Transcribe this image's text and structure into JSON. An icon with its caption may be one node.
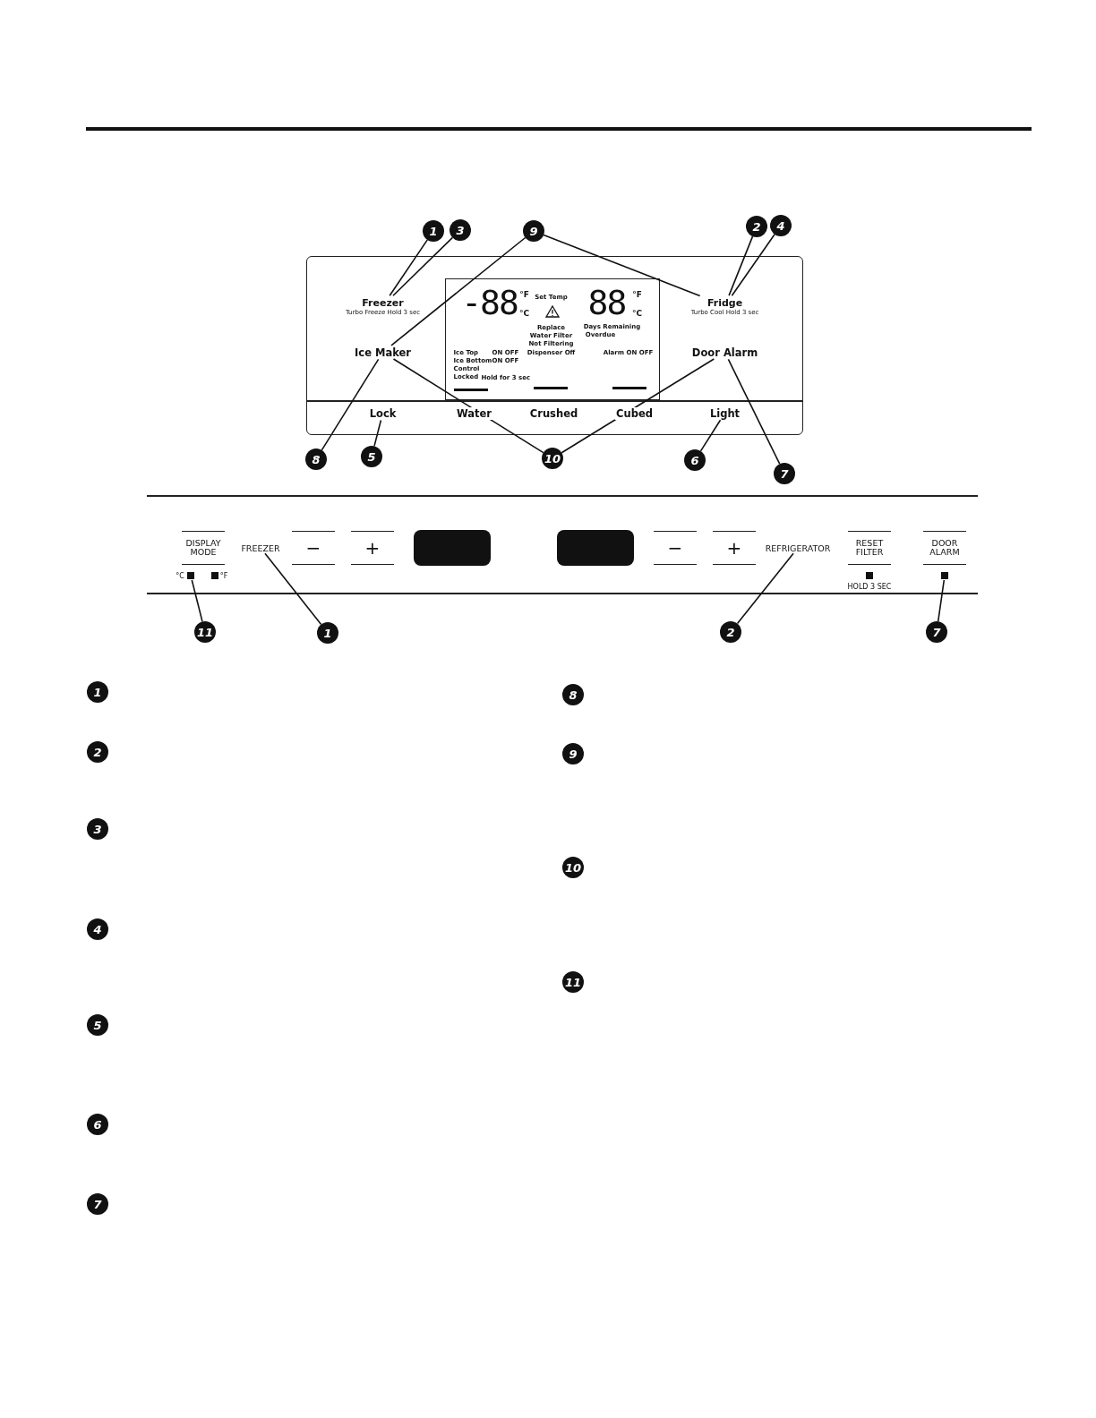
{
  "diagram": {
    "nodes": [
      {
        "text": [],
        "shape": "box"
      },
      {
        "text": [
          "1"
        ]
      },
      {
        "text": [
          "3"
        ]
      },
      {
        "text": [
          "9"
        ]
      },
      {
        "text": [
          "2"
        ]
      },
      {
        "text": [
          "4"
        ]
      },
      {
        "text": [
          "Freezer",
          "Turbo Freeze Hold 3 sec"
        ],
        "in": 0
      },
      {
        "text": [
          "-88",
          "°F",
          "°C",
          "Set Temp",
          "88",
          "°F",
          "°C",
          "Replace Water Filter",
          "Days Remaining",
          "Overdue",
          "Not Filtering",
          "Ice Top",
          "ON OFF",
          "Dispenser Off",
          "Alarm ON OFF",
          "Ice Bottom",
          "ON OFF",
          "Control Locked",
          "Hold for 3 sec"
        ],
        "in": 0
      },
      {
        "text": [
          "Fridge",
          "Turbo Cool Hold 3 sec"
        ],
        "in": 0
      },
      {
        "text": [
          "Ice Maker"
        ],
        "in": 0
      },
      {
        "text": [
          "Door Alarm"
        ],
        "in": 0
      },
      {
        "text": [
          "Lock"
        ],
        "in": 0
      },
      {
        "text": [
          "Water"
        ],
        "in": 0
      },
      {
        "text": [
          "Crushed"
        ],
        "in": 0
      },
      {
        "text": [
          "Cubed"
        ],
        "in": 0
      },
      {
        "text": [
          "Light"
        ],
        "in": 0
      },
      {
        "text": [
          "8"
        ]
      },
      {
        "text": [
          "5"
        ]
      },
      {
        "text": [
          "10"
        ]
      },
      {
        "text": [
          "6"
        ]
      },
      {
        "text": [
          "7"
        ]
      },
      {
        "text": [
          "DISPLAY MODE"
        ]
      },
      {
        "text": [],
        "shape": "box"
      },
      {
        "text": [
          "FREEZER"
        ]
      },
      {
        "text": [
          "−"
        ]
      },
      {
        "text": [
          "+"
        ]
      },
      {
        "text": [],
        "shape": "box"
      },
      {
        "text": [],
        "shape": "box"
      },
      {
        "text": [
          "−"
        ]
      },
      {
        "text": [
          "+"
        ]
      },
      {
        "text": [
          "REFRIGERATOR"
        ]
      },
      {
        "text": [
          "RESET FILTER"
        ]
      },
      {
        "text": [
          "DOOR ALARM"
        ]
      },
      {
        "text": [],
        "shape": "box"
      },
      {
        "text": [
          "11"
        ]
      },
      {
        "text": [
          "1"
        ]
      },
      {
        "text": [
          "2"
        ]
      },
      {
        "text": [
          "7"
        ]
      },
      {
        "text": [
          "1"
        ]
      },
      {
        "text": [
          "2"
        ]
      },
      {
        "text": [
          "3"
        ]
      },
      {
        "text": [
          "4"
        ]
      },
      {
        "text": [
          "5"
        ]
      },
      {
        "text": [
          "6"
        ]
      },
      {
        "text": [
          "7"
        ]
      },
      {
        "text": [
          "8"
        ]
      },
      {
        "text": [
          "9"
        ]
      },
      {
        "text": [
          "10"
        ]
      },
      {
        "text": [
          "11"
        ]
      }
    ],
    "edges": [
      {
        "from": 1,
        "to": 6,
        "arrow": "none"
      },
      {
        "from": 2,
        "to": 6,
        "arrow": "none"
      },
      {
        "from": 3,
        "to": 9,
        "arrow": "none"
      },
      {
        "from": 3,
        "to": 8,
        "arrow": "none"
      },
      {
        "from": 4,
        "to": 8,
        "arrow": "none"
      },
      {
        "from": 5,
        "to": 8,
        "arrow": "none"
      },
      {
        "from": 16,
        "to": 9,
        "arrow": "none"
      },
      {
        "from": 17,
        "to": 11,
        "arrow": "none"
      },
      {
        "from": 18,
        "to": 9,
        "arrow": "none"
      },
      {
        "from": 18,
        "to": 10,
        "arrow": "none"
      },
      {
        "from": 19,
        "to": 15,
        "arrow": "none"
      },
      {
        "from": 20,
        "to": 10,
        "arrow": "none"
      },
      {
        "from": 34,
        "to": 22,
        "arrow": "none"
      },
      {
        "from": 35,
        "to": 23,
        "arrow": "none"
      },
      {
        "from": 36,
        "to": 30,
        "arrow": "none"
      },
      {
        "from": 37,
        "to": 33,
        "arrow": "none"
      }
    ],
    "labels": [
      "°C",
      "°F",
      "HOLD 3 SEC"
    ]
  }
}
